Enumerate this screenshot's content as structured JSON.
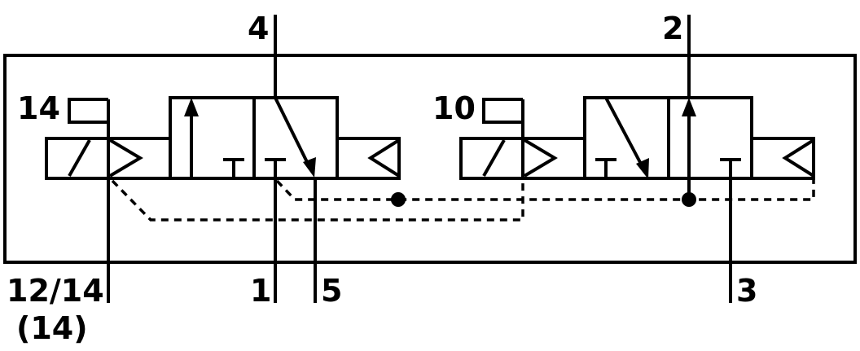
{
  "diagram": {
    "ports": {
      "p4": "4",
      "p2": "2",
      "p14": "14",
      "p10": "10",
      "p12_14": "12/14",
      "p12_14_paren": "(14)",
      "p1": "1",
      "p5": "5",
      "p3": "3"
    },
    "colors": {
      "line": "#000000",
      "background": "#ffffff"
    }
  }
}
